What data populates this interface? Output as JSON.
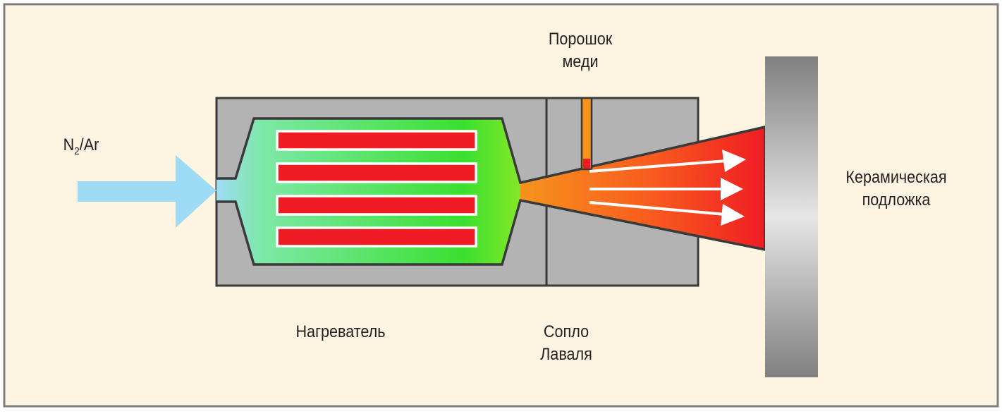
{
  "labels": {
    "gas_main": "N",
    "gas_sub": "2",
    "gas_rest": "/Ar",
    "powder_line1": "Порошок",
    "powder_line2": "меди",
    "substrate_line1": "Керамическая",
    "substrate_line2": "подложка",
    "heater": "Нагреватель",
    "nozzle_line1": "Сопло",
    "nozzle_line2": "Лаваля"
  },
  "colors": {
    "background": "#fdf5e2",
    "frame": "#808080",
    "body": "#b3b3b3",
    "outline": "#3a3a3a",
    "inlet_arrow": "#9edcf6",
    "heater_element": "#ef1c24",
    "powder_feed": "#f7941d",
    "jet_start": "#f7941d",
    "jet_end": "#ef1c24"
  }
}
